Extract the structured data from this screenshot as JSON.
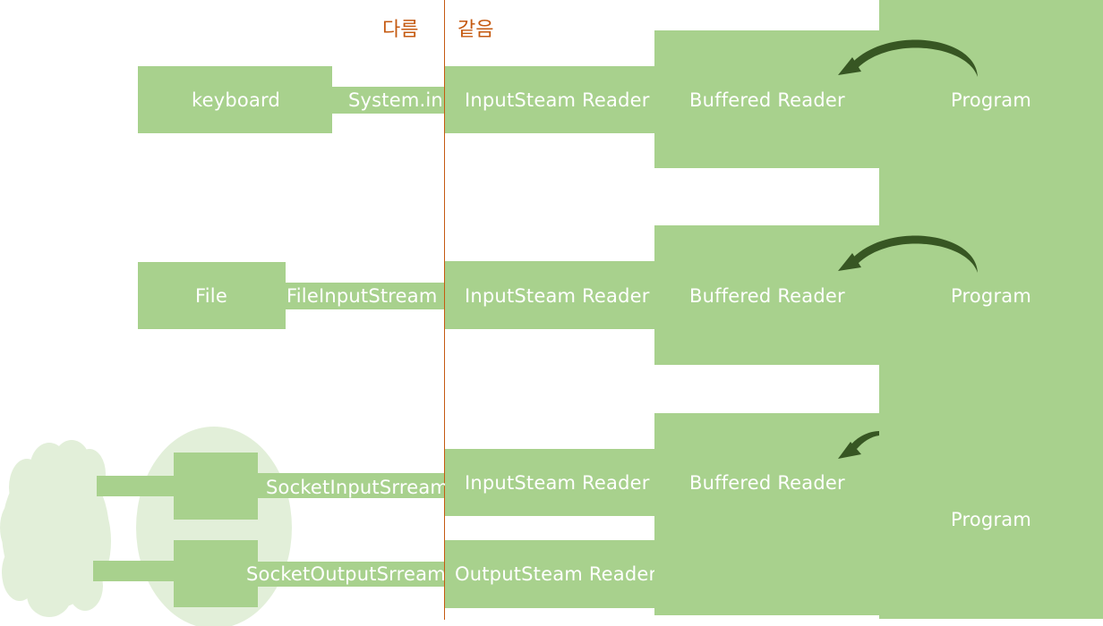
{
  "headers": {
    "left": "다름",
    "right": "같음"
  },
  "rows": [
    {
      "source": "keyboard",
      "stream": "System.in",
      "reader": "InputSteam  Reader",
      "buffered": "Buffered Reader",
      "program": "Program"
    },
    {
      "source": "File",
      "stream": "FileInputStream",
      "reader": "InputSteam  Reader",
      "buffered": "Buffered Reader",
      "program": "Program"
    },
    {
      "input_stream": "SocketInputSrream",
      "output_stream": "SocketOutputSrream",
      "input_reader": "InputSteam  Reader",
      "output_reader": "OutputSteam  Reader",
      "buffered": "Buffered Reader",
      "program": "Program"
    }
  ],
  "colors": {
    "box_green": "#a8d18d",
    "light_green": "#e2efd9",
    "divider_orange": "#c55a11",
    "arrow_dark_green": "#375623"
  },
  "icons": [
    "cloud-icon",
    "curved-arrow-icon"
  ]
}
